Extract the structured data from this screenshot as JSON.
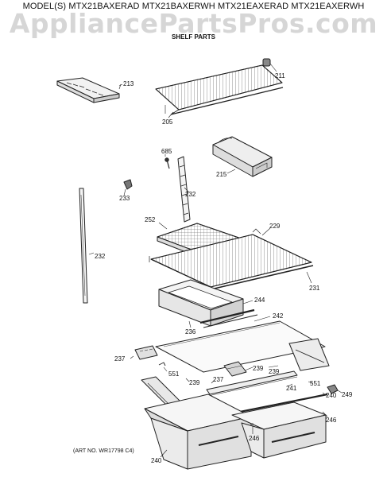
{
  "header": {
    "model_line": "MODEL(S) MTX21BAXERAD  MTX21BAXERWH  MTX21EAXERAD  MTX21EAXERWH",
    "watermark": "AppliancePartsPros.com",
    "section_title": "SHELF PARTS"
  },
  "art_number": "(ART NO. WR17798 C4)",
  "parts": [
    {
      "id": "p213",
      "label": "213",
      "description": ""
    },
    {
      "id": "p211",
      "label": "211",
      "description": ""
    },
    {
      "id": "p205",
      "label": "205",
      "description": ""
    },
    {
      "id": "p685",
      "label": "685",
      "description": ""
    },
    {
      "id": "p215",
      "label": "215",
      "description": ""
    },
    {
      "id": "p233",
      "label": "233",
      "description": ""
    },
    {
      "id": "p232a",
      "label": "232",
      "description": ""
    },
    {
      "id": "p232b",
      "label": "232",
      "description": ""
    },
    {
      "id": "p252",
      "label": "252",
      "description": ""
    },
    {
      "id": "p229",
      "label": "229",
      "description": ""
    },
    {
      "id": "p231",
      "label": "231",
      "description": ""
    },
    {
      "id": "p244",
      "label": "244",
      "description": ""
    },
    {
      "id": "p236",
      "label": "236",
      "description": ""
    },
    {
      "id": "p242",
      "label": "242",
      "description": ""
    },
    {
      "id": "p237a",
      "label": "237",
      "description": ""
    },
    {
      "id": "p551a",
      "label": "551",
      "description": ""
    },
    {
      "id": "p239a",
      "label": "239",
      "description": ""
    },
    {
      "id": "p239b",
      "label": "239",
      "description": ""
    },
    {
      "id": "p239c",
      "label": "239",
      "description": ""
    },
    {
      "id": "p237b",
      "label": "237",
      "description": ""
    },
    {
      "id": "p241",
      "label": "241",
      "description": ""
    },
    {
      "id": "p551b",
      "label": "551",
      "description": ""
    },
    {
      "id": "p249",
      "label": "249",
      "description": ""
    },
    {
      "id": "p240a",
      "label": "240",
      "description": ""
    },
    {
      "id": "p246a",
      "label": "246",
      "description": ""
    },
    {
      "id": "p246b",
      "label": "246",
      "description": ""
    },
    {
      "id": "p240b",
      "label": "240",
      "description": ""
    }
  ]
}
